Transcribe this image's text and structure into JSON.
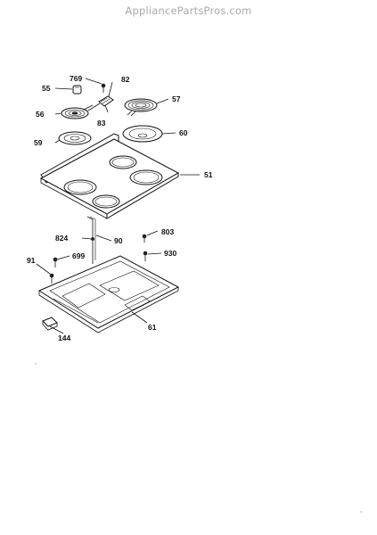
{
  "watermark": "AppliancePartsPros.com",
  "parts": {
    "p769": "769",
    "p82": "82",
    "p55": "55",
    "p57": "57",
    "p56": "56",
    "p83": "83",
    "p59": "59",
    "p60": "60",
    "p51": "51",
    "p803": "803",
    "p824": "824",
    "p90": "90",
    "p930": "930",
    "p91": "91",
    "p699": "699",
    "p61": "61",
    "p144": "144"
  }
}
